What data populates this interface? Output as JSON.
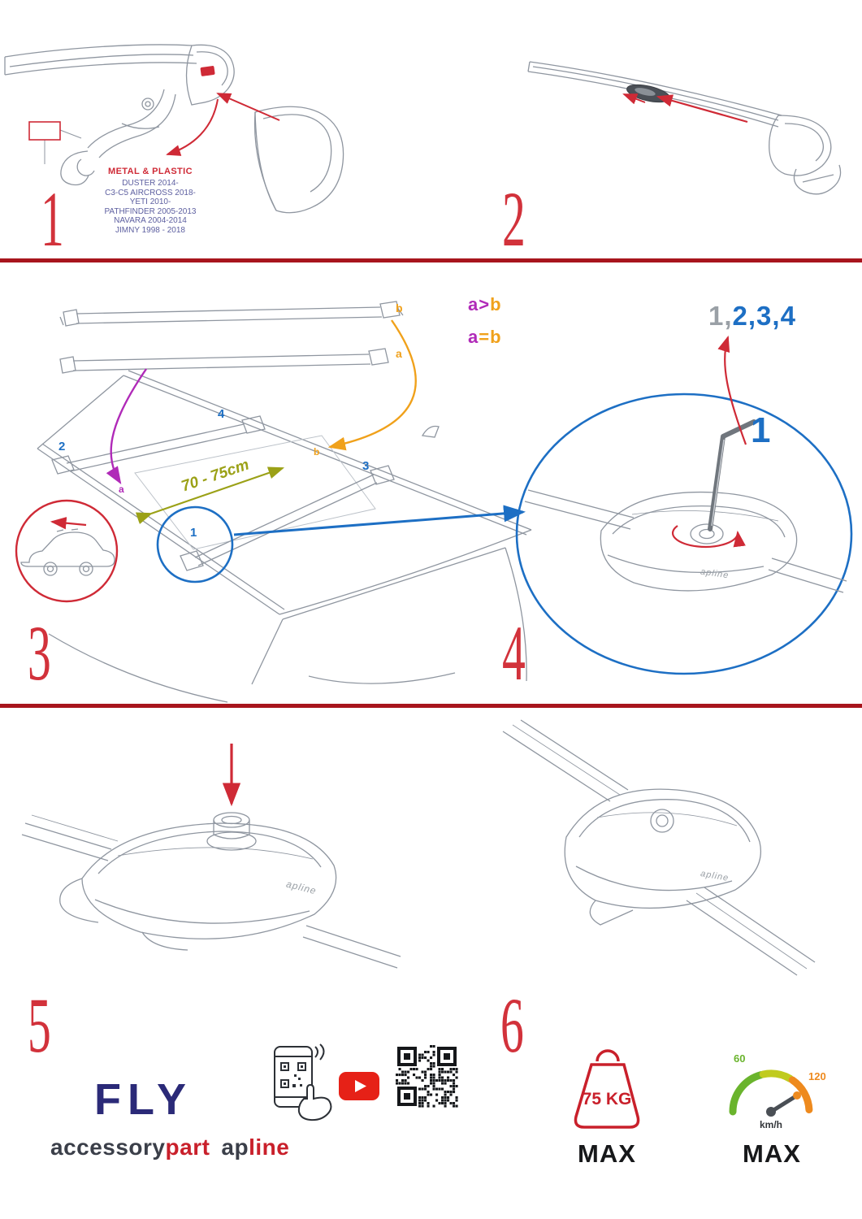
{
  "colors": {
    "red": "#cf2a36",
    "divider_red": "#a8151d",
    "blue": "#1d6fc4",
    "purple": "#b02ab8",
    "orange": "#f0a11b",
    "olive": "#9ba117",
    "navy": "#2b2a78",
    "brand_dark": "#3b3f49",
    "brand_red": "#c9202b",
    "line_art_gray": "#8f96a0"
  },
  "step1": {
    "number": "1",
    "material_label": "METAL & PLASTIC",
    "models": [
      "DUSTER 2014-",
      "C3-C5 AIRCROSS 2018-",
      "YETI 2010-",
      "PATHFINDER 2005-2013",
      "NAVARA 2004-2014",
      "JIMNY 1998 - 2018"
    ]
  },
  "step2": {
    "number": "2"
  },
  "step3": {
    "number": "3",
    "bar_label_a": "a",
    "bar_label_b": "b",
    "roof_label_a": "a",
    "roof_label_b": "b",
    "pos_1": "1",
    "pos_2": "2",
    "pos_3": "3",
    "pos_4": "4",
    "distance": "70 - 75cm",
    "rule_gt": {
      "a": "a",
      "op": ">",
      "b": "b"
    },
    "rule_eq": {
      "a": "a",
      "op": "=",
      "b": "b"
    }
  },
  "step4": {
    "number": "4",
    "sequence_gray": "1,",
    "sequence_blue": "2,3,4",
    "callout": "1"
  },
  "step5": {
    "number": "5"
  },
  "step6": {
    "number": "6"
  },
  "clamp_logo": "apline",
  "footer": {
    "product": "FLY",
    "brand_accessory": "accessory",
    "brand_part": "part",
    "brand_ap": "ap",
    "brand_line": "line",
    "weight_value": "75 KG",
    "weight_max": "MAX",
    "speed_low": "60",
    "speed_high": "120",
    "speed_unit": "km/h",
    "speed_max": "MAX"
  }
}
